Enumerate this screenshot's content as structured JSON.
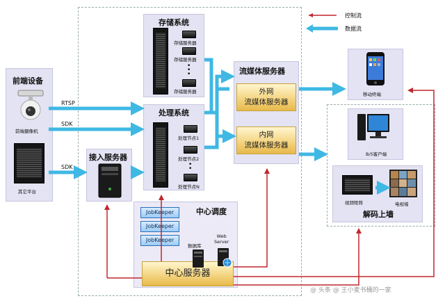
{
  "legend": {
    "control_flow": "控制流",
    "data_flow": "数据流"
  },
  "front": {
    "title": "前端设备",
    "camera_label": "前端摄像机",
    "platform_label": "其它平台"
  },
  "protocols": {
    "rtsp": "RTSP",
    "sdk1": "SDK",
    "sdk2": "SDK"
  },
  "storage": {
    "title": "存储系统",
    "node1": "存储服务器",
    "node2": "存储服务器",
    "node3": "存储服务器"
  },
  "processing": {
    "title": "处理系统",
    "node1": "处理节点1",
    "node2": "处理节点2",
    "node3": "处理节点N"
  },
  "access": {
    "title": "接入服务器"
  },
  "streaming": {
    "title": "流媒体服务器",
    "external": "外网\n流媒体服务器",
    "internal": "内网\n流媒体服务器"
  },
  "dispatch": {
    "title": "中心调度",
    "jobkeeper": [
      "JobKeeper",
      "JobKeeper",
      "JobKeeper"
    ],
    "database": "数据库",
    "web_server": "Web\nServer"
  },
  "center": {
    "title": "中心服务器"
  },
  "clients": {
    "mobile": "移动终端",
    "bs": "B/S客户端",
    "matrix": "视频矩阵",
    "tvwall": "电视墙",
    "wall_title": "解码上墙"
  },
  "watermark": "@ 头条 @ 王小麦书桶的一家",
  "colors": {
    "data_flow": "#3fb8e4",
    "control_flow": "#c0272d",
    "panel": "#e3e3f3"
  }
}
